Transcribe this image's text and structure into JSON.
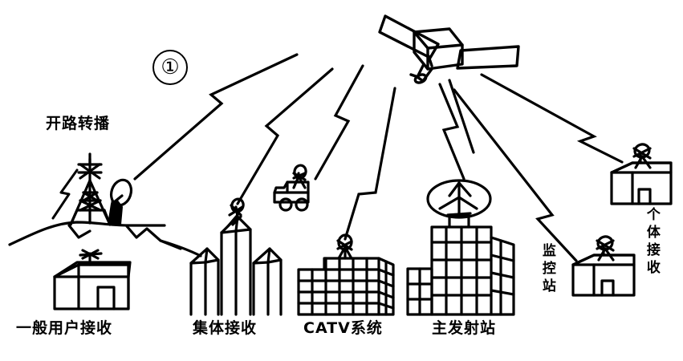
{
  "figure": {
    "number": "①",
    "ink_color": "#000000",
    "background_color": "#ffffff",
    "style": "hand-drawn line art"
  },
  "labels": {
    "open_relay": "开路转播",
    "general_user_reception": "一般用户接收",
    "collective_reception": "集体接收",
    "catv_system": "CATV系统",
    "main_transmitting_station": "主发射站",
    "monitoring_station": "监控站",
    "individual_reception": "个体接收"
  },
  "nodes": [
    {
      "id": "satellite",
      "name": "satellite",
      "label": ""
    },
    {
      "id": "relay-tower",
      "name": "open-relay-tower",
      "label": "开路转播"
    },
    {
      "id": "user-house",
      "name": "general-user-house",
      "label": "一般用户接收"
    },
    {
      "id": "apartment-towers",
      "name": "collective-reception-towers",
      "label": "集体接收"
    },
    {
      "id": "mobile-van",
      "name": "mobile-uplink-van",
      "label": ""
    },
    {
      "id": "catv-building",
      "name": "catv-system-building",
      "label": "CATV系统"
    },
    {
      "id": "main-station",
      "name": "main-transmitting-station",
      "label": "主发射站"
    },
    {
      "id": "monitor-house",
      "name": "monitoring-station-house",
      "label": "监控站"
    },
    {
      "id": "individual-house",
      "name": "individual-reception-house",
      "label": "个体接收"
    }
  ]
}
